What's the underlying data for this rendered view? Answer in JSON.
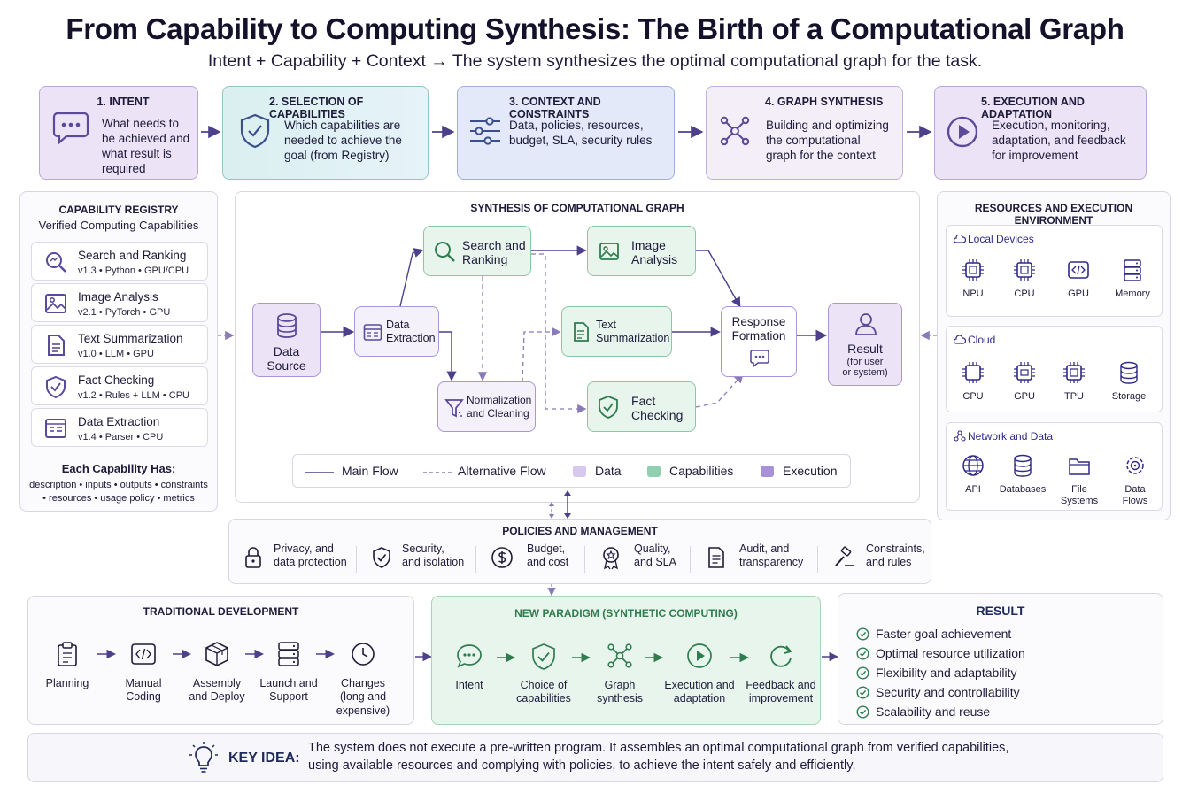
{
  "header": {
    "title": "From Capability to Computing Synthesis: The Birth of a Computational Graph",
    "subtitle": "Intent + Capability + Context → The system synthesizes the optimal computational graph for the task."
  },
  "steps": [
    {
      "title": "1. INTENT",
      "desc": [
        "What needs to",
        "be achieved and",
        "what result is",
        "required"
      ]
    },
    {
      "title": "2. SELECTION OF CAPABILITIES",
      "desc": [
        "Which capabilities are",
        "needed to achieve the",
        "goal (from Registry)"
      ]
    },
    {
      "title": "3. CONTEXT AND CONSTRAINTS",
      "desc": [
        "Data, policies, resources,",
        "budget, SLA, security rules"
      ]
    },
    {
      "title": "4. GRAPH SYNTHESIS",
      "desc": [
        "Building and optimizing",
        "the computational",
        "graph for the context"
      ]
    },
    {
      "title": "5. EXECUTION AND ADAPTATION",
      "desc": [
        "Execution, monitoring,",
        "adaptation, and feedback",
        "for improvement"
      ]
    }
  ],
  "registry": {
    "title": "CAPABILITY REGISTRY",
    "subtitle": "Verified Computing Capabilities",
    "items": [
      {
        "name": "Search and Ranking",
        "meta": "v1.3 • Python • GPU/CPU"
      },
      {
        "name": "Image Analysis",
        "meta": "v2.1 • PyTorch • GPU"
      },
      {
        "name": "Text Summarization",
        "meta": "v1.0 • LLM • GPU"
      },
      {
        "name": "Fact Checking",
        "meta": "v1.2 • Rules + LLM • CPU"
      },
      {
        "name": "Data Extraction",
        "meta": "v1.4 • Parser • CPU"
      }
    ],
    "footer_title": "Each Capability Has:",
    "footer_lines": [
      "description • inputs • outputs • constraints",
      "• resources • usage policy • metrics"
    ]
  },
  "graph": {
    "title": "SYNTHESIS OF COMPUTATIONAL GRAPH",
    "nodes": {
      "data_source": [
        "Data",
        "Source"
      ],
      "data_extraction": [
        "Data",
        "Extraction"
      ],
      "search_ranking": [
        "Search and",
        "Ranking"
      ],
      "normalization": [
        "Normalization",
        "and Cleaning"
      ],
      "image_analysis": [
        "Image",
        "Analysis"
      ],
      "text_summarization": [
        "Text",
        "Summarization"
      ],
      "fact_checking": [
        "Fact",
        "Checking"
      ],
      "response_formation": [
        "Response",
        "Formation"
      ],
      "result": [
        "Result",
        "(for user",
        "or system)"
      ]
    },
    "legend": {
      "main_flow": "Main Flow",
      "alt_flow": "Alternative Flow",
      "data": "Data",
      "capabilities": "Capabilities",
      "execution": "Execution"
    }
  },
  "resources": {
    "title": "RESOURCES AND EXECUTION ENVIRONMENT",
    "groups": [
      {
        "name": "Local Devices",
        "items": [
          [
            "NPU"
          ],
          [
            "CPU"
          ],
          [
            "GPU"
          ],
          [
            "Memory"
          ]
        ]
      },
      {
        "name": "Cloud",
        "items": [
          [
            "CPU"
          ],
          [
            "GPU"
          ],
          [
            "TPU"
          ],
          [
            "Storage"
          ]
        ]
      },
      {
        "name": "Network and Data",
        "items": [
          [
            "API"
          ],
          [
            "Databases"
          ],
          [
            "File",
            "Systems"
          ],
          [
            "Data",
            "Flows"
          ]
        ]
      }
    ]
  },
  "policies": {
    "title": "POLICIES AND MANAGEMENT",
    "items": [
      [
        "Privacy, and",
        "data protection"
      ],
      [
        "Security,",
        "and isolation"
      ],
      [
        "Budget,",
        "and cost"
      ],
      [
        "Quality,",
        "and SLA"
      ],
      [
        "Audit, and",
        "transparency"
      ],
      [
        "Constraints,",
        "and rules"
      ]
    ]
  },
  "traditional": {
    "title": "TRADITIONAL DEVELOPMENT",
    "steps": [
      [
        "Planning"
      ],
      [
        "Manual",
        "Coding"
      ],
      [
        "Assembly",
        "and Deploy"
      ],
      [
        "Launch and",
        "Support"
      ],
      [
        "Changes",
        "(long and",
        "expensive)"
      ]
    ]
  },
  "paradigm": {
    "title": "NEW PARADIGM (SYNTHETIC COMPUTING)",
    "steps": [
      [
        "Intent"
      ],
      [
        "Choice of",
        "capabilities"
      ],
      [
        "Graph",
        "synthesis"
      ],
      [
        "Execution and",
        "adaptation"
      ],
      [
        "Feedback and",
        "improvement"
      ]
    ]
  },
  "result": {
    "title": "RESULT",
    "items": [
      "Faster goal achievement",
      "Optimal resource utilization",
      "Flexibility and adaptability",
      "Security and controllability",
      "Scalability and reuse"
    ]
  },
  "key_idea": {
    "label": "KEY IDEA:",
    "lines": [
      "The system does not execute a pre-written program. It assembles an optimal computational graph from verified capabilities,",
      "using available resources and complying with policies, to achieve the intent safely and efficiently."
    ]
  },
  "colors": {
    "purple": "#5b4a9a",
    "green": "#2f7d4f",
    "navy": "#1f2a5c"
  }
}
